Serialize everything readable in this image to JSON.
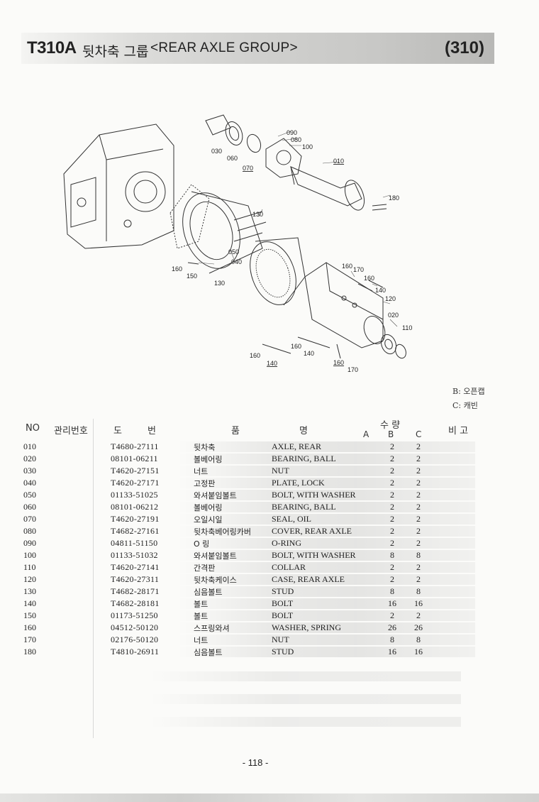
{
  "header": {
    "code": "T310A",
    "title_kr": "뒷차축 그룹",
    "title_en": "<REAR AXLE GROUP>",
    "group_number": "(310)"
  },
  "legend": {
    "b": "B: 오픈캡",
    "c": "C: 캐빈"
  },
  "diagram_callouts": [
    "010",
    "020",
    "030",
    "040",
    "050",
    "060",
    "070",
    "080",
    "090",
    "100",
    "110",
    "120",
    "130",
    "130",
    "140",
    "140",
    "140",
    "150",
    "160",
    "160",
    "160",
    "160",
    "170",
    "170",
    "180"
  ],
  "table": {
    "headers": {
      "no": "NO",
      "mgmt": "관리번호",
      "drawing_1": "도",
      "drawing_2": "번",
      "name_1": "품",
      "name_2": "명",
      "qty": "수 량",
      "qty_a": "A",
      "qty_b": "B",
      "qty_c": "C",
      "remarks": "비 고"
    },
    "rows": [
      {
        "no": "010",
        "part": "T4680-27111",
        "kr": "뒷차축",
        "en": "AXLE, REAR",
        "b": "2",
        "c": "2"
      },
      {
        "no": "020",
        "part": "08101-06211",
        "kr": "볼베어링",
        "en": "BEARING, BALL",
        "b": "2",
        "c": "2"
      },
      {
        "no": "030",
        "part": "T4620-27151",
        "kr": "너트",
        "en": "NUT",
        "b": "2",
        "c": "2"
      },
      {
        "no": "040",
        "part": "T4620-27171",
        "kr": "고정판",
        "en": "PLATE, LOCK",
        "b": "2",
        "c": "2"
      },
      {
        "no": "050",
        "part": "01133-51025",
        "kr": "와셔붙임볼트",
        "en": "BOLT, WITH WASHER",
        "b": "2",
        "c": "2"
      },
      {
        "no": "060",
        "part": "08101-06212",
        "kr": "볼베어링",
        "en": "BEARING, BALL",
        "b": "2",
        "c": "2"
      },
      {
        "no": "070",
        "part": "T4620-27191",
        "kr": "오일시일",
        "en": "SEAL, OIL",
        "b": "2",
        "c": "2"
      },
      {
        "no": "080",
        "part": "T4682-27161",
        "kr": "뒷차축베어링카버",
        "en": "COVER, REAR AXLE",
        "b": "2",
        "c": "2"
      },
      {
        "no": "090",
        "part": "04811-51150",
        "kr": "O 링",
        "en": "O-RING",
        "b": "2",
        "c": "2"
      },
      {
        "no": "100",
        "part": "01133-51032",
        "kr": "와셔붙임볼트",
        "en": "BOLT, WITH WASHER",
        "b": "8",
        "c": "8"
      },
      {
        "no": "110",
        "part": "T4620-27141",
        "kr": "간격판",
        "en": "COLLAR",
        "b": "2",
        "c": "2"
      },
      {
        "no": "120",
        "part": "T4620-27311",
        "kr": "뒷차축케이스",
        "en": "CASE, REAR AXLE",
        "b": "2",
        "c": "2"
      },
      {
        "no": "130",
        "part": "T4682-28171",
        "kr": "심음볼트",
        "en": "STUD",
        "b": "8",
        "c": "8"
      },
      {
        "no": "140",
        "part": "T4682-28181",
        "kr": "볼트",
        "en": "BOLT",
        "b": "16",
        "c": "16"
      },
      {
        "no": "150",
        "part": "01173-51250",
        "kr": "볼트",
        "en": "BOLT",
        "b": "2",
        "c": "2"
      },
      {
        "no": "160",
        "part": "04512-50120",
        "kr": "스프링와셔",
        "en": "WASHER, SPRING",
        "b": "26",
        "c": "26"
      },
      {
        "no": "170",
        "part": "02176-50120",
        "kr": "너트",
        "en": "NUT",
        "b": "8",
        "c": "8"
      },
      {
        "no": "180",
        "part": "T4810-26911",
        "kr": "심음볼트",
        "en": "STUD",
        "b": "16",
        "c": "16"
      }
    ]
  },
  "page_number": "- 118 -"
}
